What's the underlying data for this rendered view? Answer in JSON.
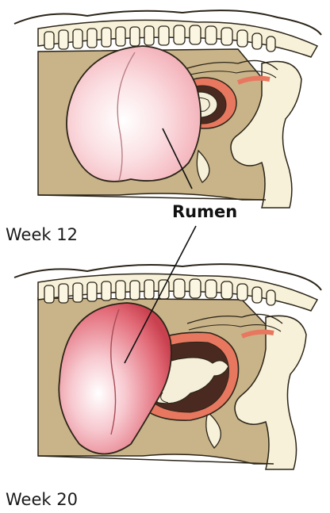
{
  "diagram": {
    "label_pointer": "Rumen",
    "panels": [
      {
        "caption": "Week 12"
      },
      {
        "caption": "Week 20"
      }
    ],
    "colors": {
      "abdomen_fill": "#c9b489",
      "spine_fill": "#f6f1d8",
      "outline": "#2b2418",
      "rumen_light": "#fde9ea",
      "rumen_mid": "#f6bcc3",
      "rumen_dark": "#d9525f",
      "uterus": "#e8775f",
      "fetus": "#f5efd9"
    }
  }
}
